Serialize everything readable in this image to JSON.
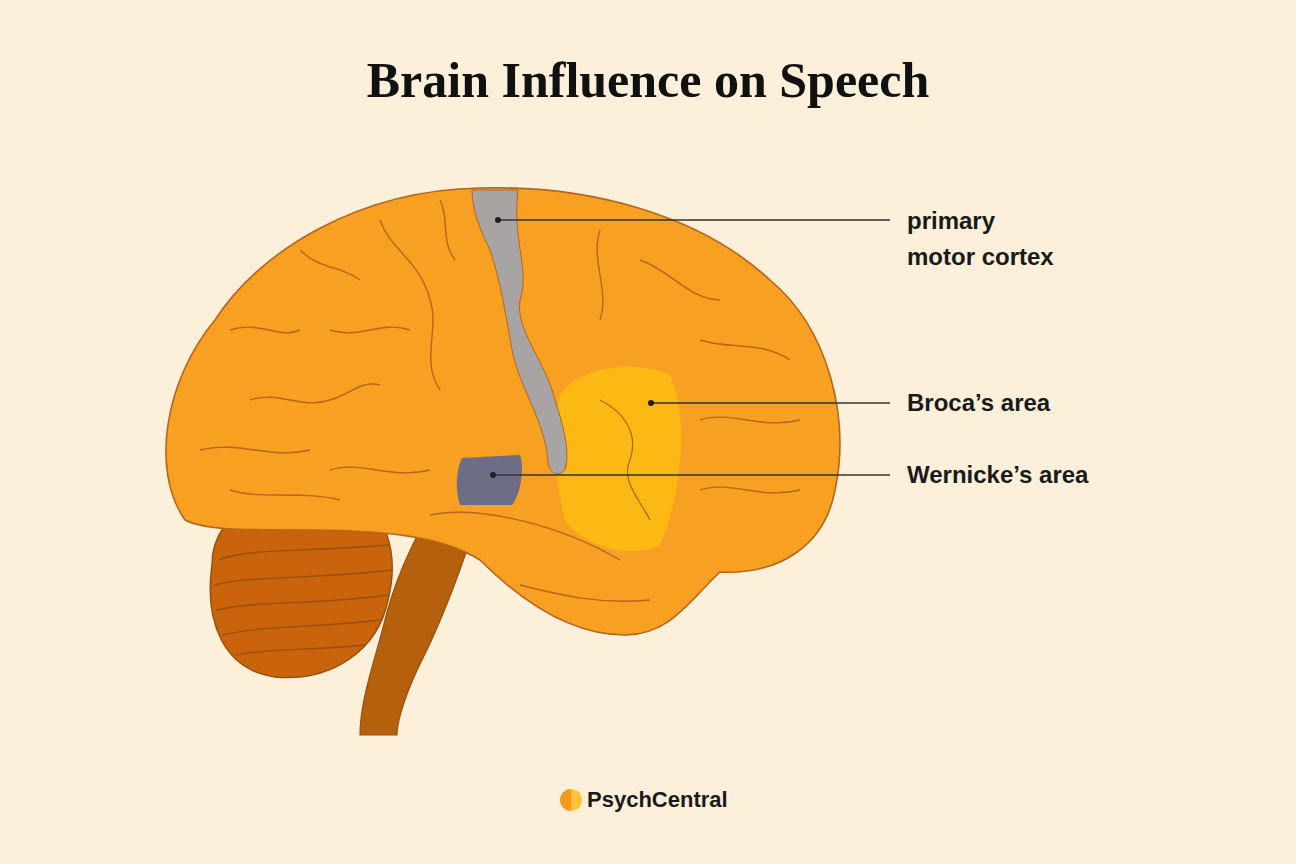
{
  "diagram": {
    "title": "Brain Influence on Speech",
    "labels": [
      "primary motor cortex",
      "Broca’s area",
      "Wernicke’s area",
      "PsychCentral"
    ]
  }
}
